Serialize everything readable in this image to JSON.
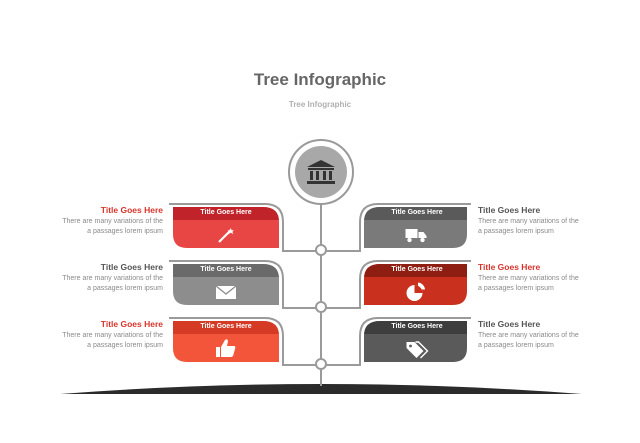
{
  "header": {
    "title": "Tree Infographic",
    "subtitle": "Tree Infographic"
  },
  "colors": {
    "red": "#d9342b",
    "gray_text": "#555555",
    "stroke": "#9a9a9a"
  },
  "root": {
    "icon": "bank-icon"
  },
  "leaves": [
    {
      "side": "left",
      "label": "Title Goes Here",
      "side_title": "Title Goes Here",
      "desc_line1": "There are many variations of the",
      "desc_line2": "a passages lorem ipsum",
      "icon": "magic-wand-icon",
      "accent": "red",
      "header_color": "#c1232b",
      "body_color": "#e84545"
    },
    {
      "side": "right",
      "label": "Title Goes Here",
      "side_title": "Title Goes Here",
      "desc_line1": "There are many variations of the",
      "desc_line2": "a passages lorem ipsum",
      "icon": "truck-icon",
      "accent": "gray",
      "header_color": "#5a5a5a",
      "body_color": "#7a7a7a"
    },
    {
      "side": "left",
      "label": "Title Goes Here",
      "side_title": "Title Goes Here",
      "desc_line1": "There are many variations of the",
      "desc_line2": "a passages lorem ipsum",
      "icon": "envelope-icon",
      "accent": "gray",
      "header_color": "#6a6a6a",
      "body_color": "#8d8d8d"
    },
    {
      "side": "right",
      "label": "Title Goes Here",
      "side_title": "Title Goes Here",
      "desc_line1": "There are many variations of the",
      "desc_line2": "a passages lorem ipsum",
      "icon": "pie-chart-icon",
      "accent": "red",
      "header_color": "#8e1d12",
      "body_color": "#c9301d"
    },
    {
      "side": "left",
      "label": "Title Goes Here",
      "side_title": "Title Goes Here",
      "desc_line1": "There are many variations of the",
      "desc_line2": "a passages lorem ipsum",
      "icon": "thumbs-up-icon",
      "accent": "red",
      "header_color": "#d43a24",
      "body_color": "#f2553a"
    },
    {
      "side": "right",
      "label": "Title Goes Here",
      "side_title": "Title Goes Here",
      "desc_line1": "There are many variations of the",
      "desc_line2": "a passages lorem ipsum",
      "icon": "price-tags-icon",
      "accent": "gray",
      "header_color": "#3d3d3d",
      "body_color": "#5a5a5a"
    }
  ]
}
